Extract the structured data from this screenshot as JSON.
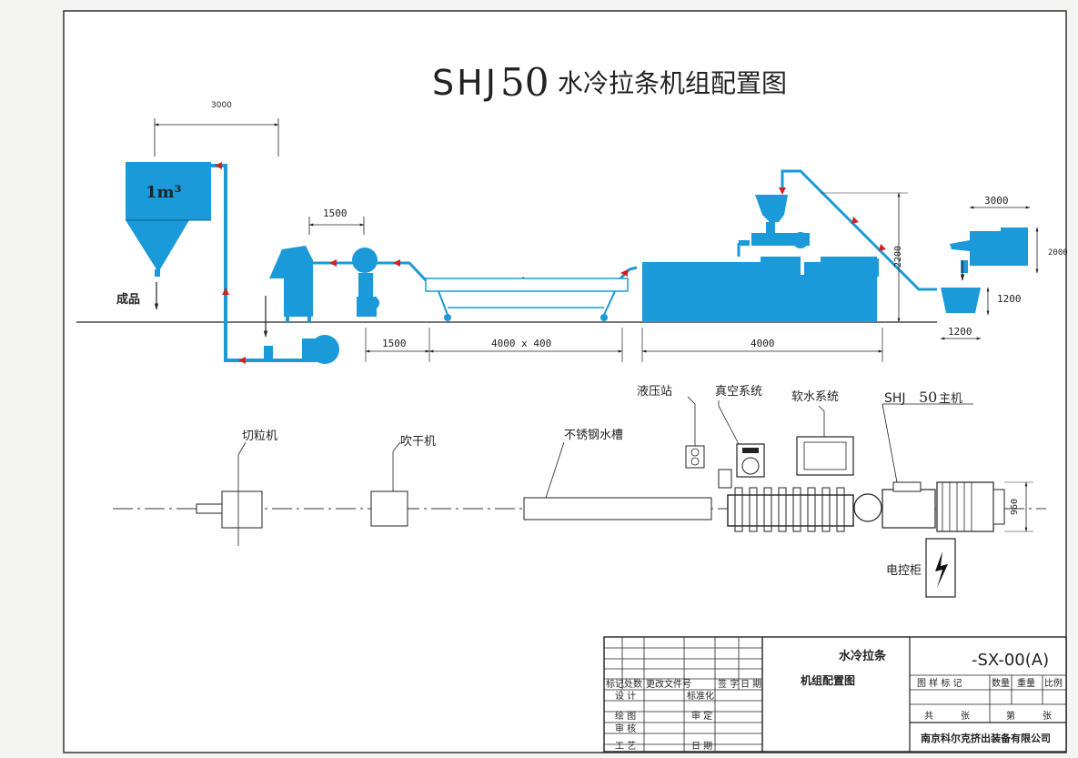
{
  "title": {
    "prefix": "SHJ",
    "number": "50",
    "suffix": "水冷拉条机组配置图"
  },
  "elevation": {
    "dim_3000_top": "3000",
    "silo_volume": "1m³",
    "product_label": "成品",
    "dim_1500_top": "1500",
    "dim_1500_bottom": "1500",
    "dim_tank": "4000 x 400",
    "dim_extruder": "4000",
    "dim_height": "2200",
    "aux_width": "3000",
    "aux_height": "2000",
    "hopper_height": "1200",
    "hopper_width": "1200"
  },
  "plan": {
    "hydraulic_station": "液压站",
    "vacuum_system": "真空系统",
    "water_softening": "软水系统",
    "main_machine_prefix": "SHJ",
    "main_machine_number": "50",
    "main_machine_suffix": "主机",
    "pelletizer": "切粒机",
    "blower_dryer": "吹干机",
    "water_tank": "不锈钢水槽",
    "dim_width": "960",
    "control_cabinet": "电控柜"
  },
  "title_block": {
    "drawing_name_line1": "水冷拉条",
    "drawing_name_line2": "机组配置图",
    "drawing_number": "-SX-00(A)",
    "revision_headers": [
      "标记",
      "处数",
      "更改文件号",
      "签 字",
      "日 期"
    ],
    "designer": "设 计",
    "standardization": "标准化",
    "drafter": "绘 图",
    "reviewer": "审 定",
    "checker": "审 核",
    "process": "工 艺",
    "date": "日 期",
    "attributes": [
      "图 样 标 记",
      "数量",
      "重量",
      "比例"
    ],
    "sheets_total": "共",
    "sheets_unit": "张",
    "sheet_no": "第",
    "sheet_unit2": "张",
    "company": "南京科尔克挤出装备有限公司"
  },
  "colors": {
    "equipment_blue": "#1a9ad8",
    "flow_arrow": "#d42020",
    "line": "#222222"
  }
}
